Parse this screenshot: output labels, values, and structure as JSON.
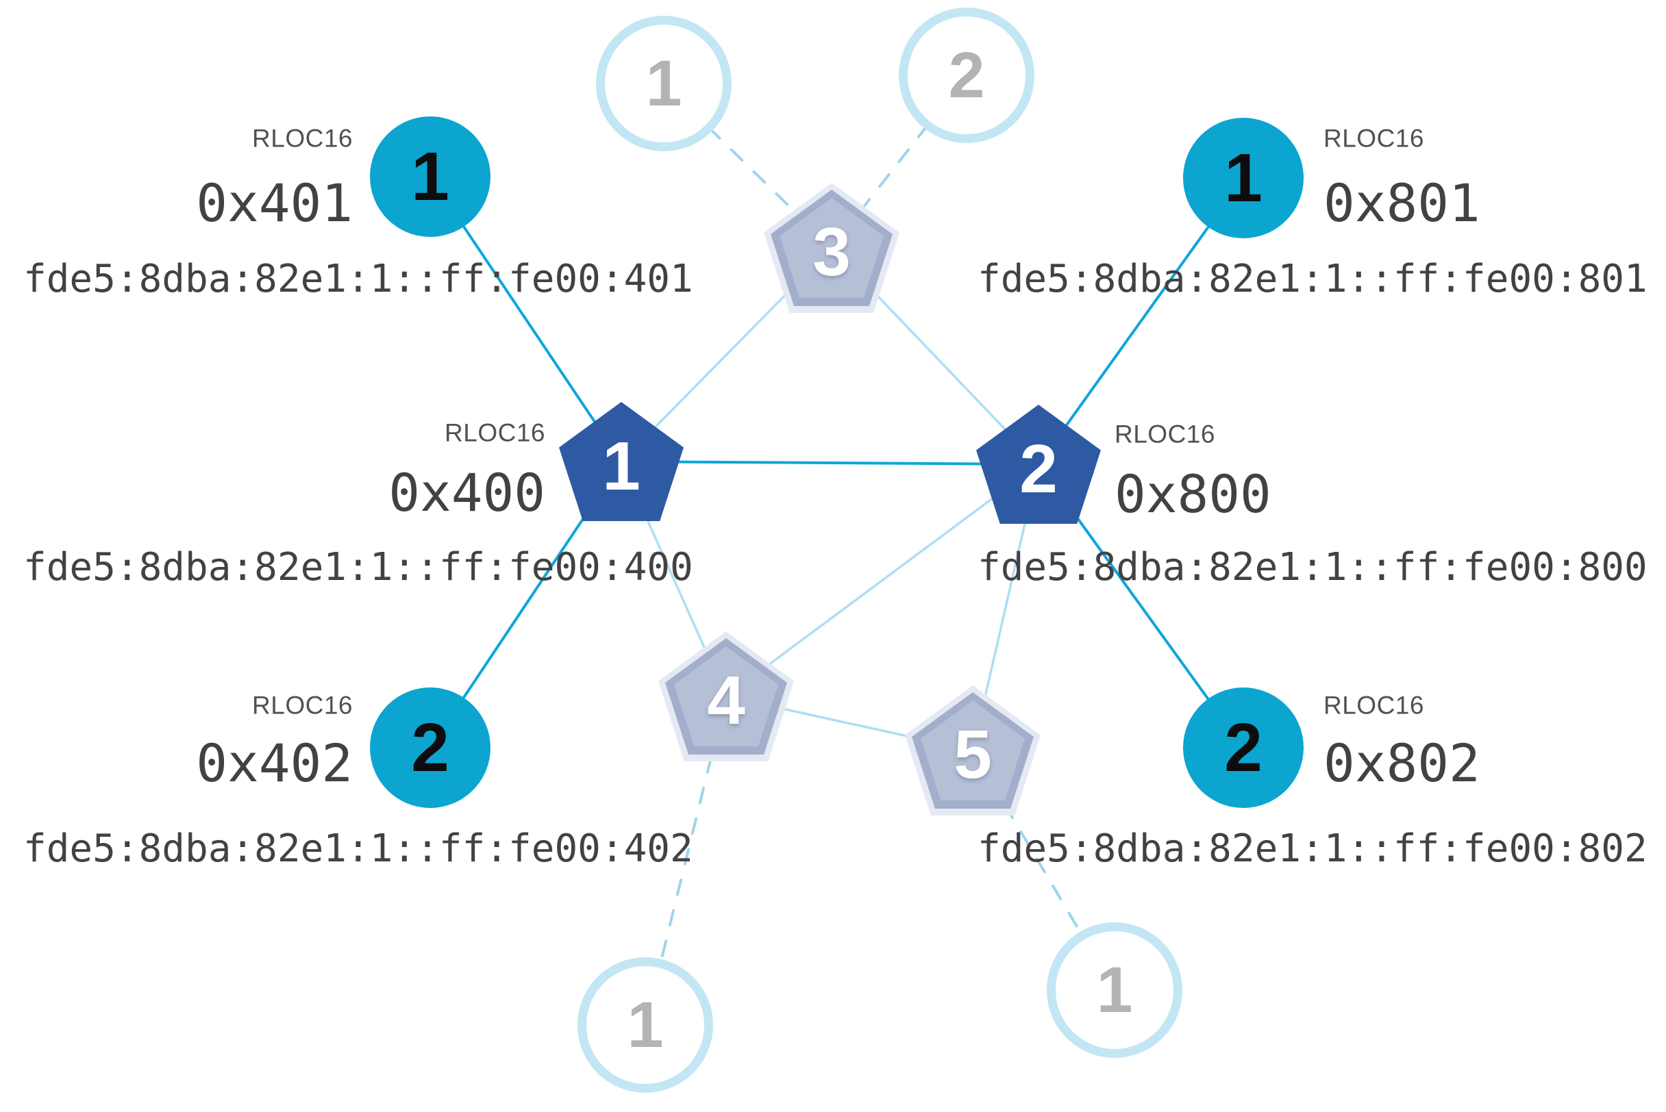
{
  "diagram": {
    "rloc_label": "RLOC16",
    "colors": {
      "teal": "#0ba5d0",
      "router-blue": "#2d5aa3",
      "inactive-fill": "#b5bfd5",
      "inactive-edge": "#a2aecb",
      "inactive-halo": "#e4e9f3",
      "edge-cyan": "#0ea6d9",
      "edge-light": "#addef4",
      "edge-dash": "#9fd4ec",
      "faded-border": "#c3e6f5",
      "faded-number": "#b3b3b3",
      "text-dark": "#424242",
      "text-gray": "#4e5155"
    },
    "nodes": {
      "router1": {
        "number": "1",
        "rloc16": "0x400",
        "ipv6": "fde5:8dba:82e1:1::ff:fe00:400"
      },
      "router2": {
        "number": "2",
        "rloc16": "0x800",
        "ipv6": "fde5:8dba:82e1:1::ff:fe00:800"
      },
      "child401": {
        "number": "1",
        "rloc16": "0x401",
        "ipv6": "fde5:8dba:82e1:1::ff:fe00:401"
      },
      "child402": {
        "number": "2",
        "rloc16": "0x402",
        "ipv6": "fde5:8dba:82e1:1::ff:fe00:402"
      },
      "child801": {
        "number": "1",
        "rloc16": "0x801",
        "ipv6": "fde5:8dba:82e1:1::ff:fe00:801"
      },
      "child802": {
        "number": "2",
        "rloc16": "0x802",
        "ipv6": "fde5:8dba:82e1:1::ff:fe00:802"
      },
      "inactiveRouter3": {
        "number": "3"
      },
      "inactiveRouter4": {
        "number": "4"
      },
      "inactiveRouter5": {
        "number": "5"
      },
      "fadedTop1": {
        "number": "1"
      },
      "fadedTop2": {
        "number": "2"
      },
      "fadedBottomLeft": {
        "number": "1"
      },
      "fadedBottomRight": {
        "number": "1"
      }
    }
  }
}
